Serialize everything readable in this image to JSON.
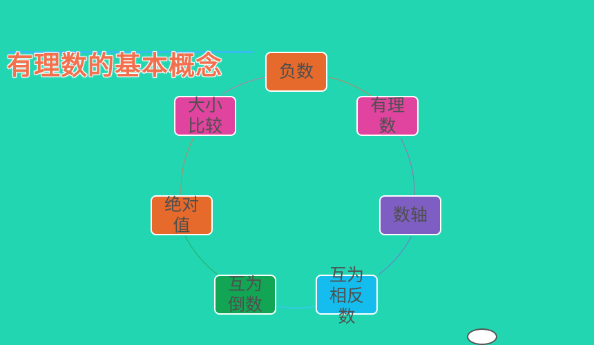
{
  "title": "有理数的基本概念",
  "nodes": [
    {
      "id": "fushu",
      "label": "负数",
      "color": "#e56a2c"
    },
    {
      "id": "youlishu",
      "label": "有理\n数",
      "color": "#e0449e"
    },
    {
      "id": "shuzhou",
      "label": "数轴",
      "color": "#7e5ec2"
    },
    {
      "id": "huweixiangfanshu",
      "label": "互为\n相反\n数",
      "color": "#15bcee"
    },
    {
      "id": "huweidaoshu",
      "label": "互为\n倒数",
      "color": "#12a553"
    },
    {
      "id": "jueduizhi",
      "label": "绝对\n值",
      "color": "#e56a2c"
    },
    {
      "id": "daxiaobijiao",
      "label": "大小\n比较",
      "color": "#e0449e"
    }
  ]
}
